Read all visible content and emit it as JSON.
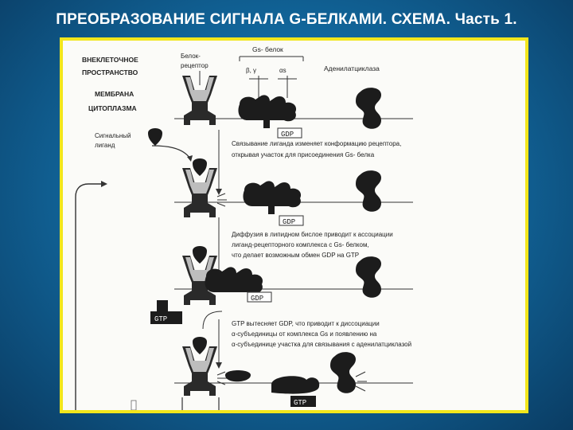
{
  "title": "ПРЕОБРАЗОВАНИЕ СИГНАЛА G-БЕЛКАМИ. СХЕМА. Часть 1.",
  "diagram": {
    "legend": {
      "extracellular": "ВНЕКЛЕТОЧНОЕ",
      "space": "ПРОСТРАНСТВО",
      "membrane": "МЕМБРАНА",
      "cytoplasm": "ЦИТОПЛАЗМА"
    },
    "receptor_label_1": "Белок-",
    "receptor_label_2": "рецептор",
    "gs_protein_label": "Gs- белок",
    "beta_gamma_label": "β, γ",
    "alpha_label": "αs",
    "adenylate_cyclase_label": "Аденилатциклаза",
    "ligand_label_1": "Сигнальный",
    "ligand_label_2": "лиганд",
    "gdp_label": "GDP",
    "gtp_label": "GTP",
    "step1_line1": "Связывание лиганда изменяет конформацию рецептора,",
    "step1_line2": "открывая участок для присоединения Gs- белка",
    "step2_line1": "Диффузия в липидном бислое приводит к ассоциации",
    "step2_line2": "лиганд-рецепторного комплекса с Gs- белком,",
    "step2_line3": "что делает возможным обмен GDP на GTP",
    "step3_line1": "GTP вытесняет GDP, что приводит к диссоциации",
    "step3_line2": "α-субъединицы от комплекса Gs и появлению на",
    "step3_line3": "α-субъединице участка для связывания с аденилатциклазой"
  }
}
